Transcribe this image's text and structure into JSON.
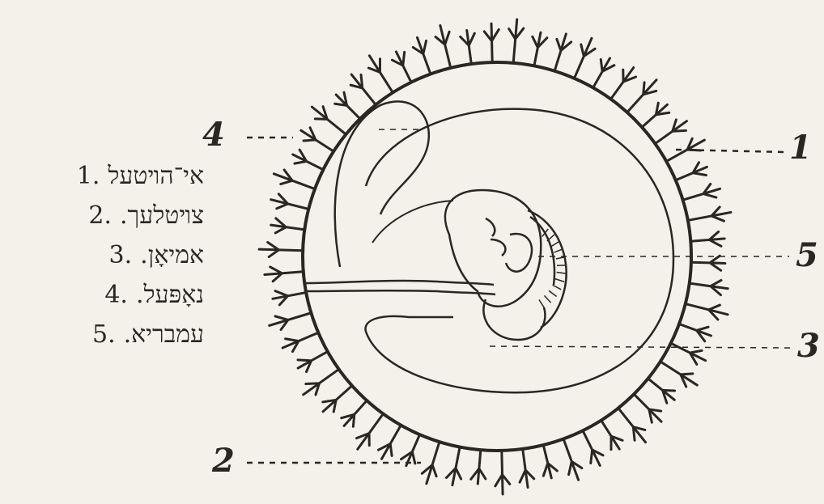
{
  "legend": [
    {
      "number": "1.",
      "term": "אי־הױטעל"
    },
    {
      "number": "2.",
      "term": "צױטלעך."
    },
    {
      "number": "3.",
      "term": "אמיאָן."
    },
    {
      "number": "4.",
      "term": "נאָפּעל."
    },
    {
      "number": "5.",
      "term": "עמבריא."
    }
  ],
  "callouts": {
    "c1": "1",
    "c2": "2",
    "c3": "3",
    "c4": "4",
    "c5": "5"
  },
  "colors": {
    "ink": "#2a2622",
    "paper": "#f4f1ea"
  }
}
